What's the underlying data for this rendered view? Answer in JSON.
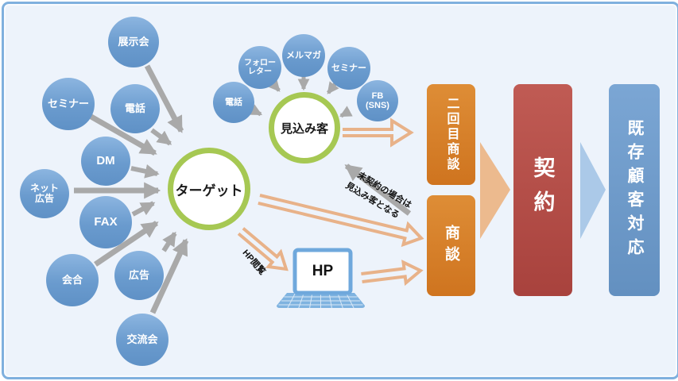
{
  "diagram": {
    "sources": [
      {
        "label": "展示会"
      },
      {
        "label": "セミナー"
      },
      {
        "label": "電話"
      },
      {
        "label": "DM"
      },
      {
        "label": "ネット\n広告"
      },
      {
        "label": "FAX"
      },
      {
        "label": "会合"
      },
      {
        "label": "広告"
      },
      {
        "label": "交流会"
      }
    ],
    "target": {
      "label": "ターゲット"
    },
    "prospect": {
      "label": "見込み客"
    },
    "prospect_channels": [
      {
        "label": "電話"
      },
      {
        "label": "フォロー\nレター"
      },
      {
        "label": "メルマガ"
      },
      {
        "label": "セミナー"
      },
      {
        "label": "FB\n(SNS)"
      }
    ],
    "hp": {
      "screen_label": "HP",
      "visit_label": "HP閲覧"
    },
    "return_note": {
      "line1": "未契約の場合は",
      "line2": "見込み客となる"
    },
    "stages": {
      "second_meeting": "二回目商談",
      "meeting": "商談",
      "contract": "契約",
      "existing_customer": "既存顧客対応"
    },
    "colors": {
      "background": "#edf3fb",
      "frame_border": "#7fb0de",
      "source_circle_blue": "#6a9bce",
      "highlight_ring_green": "#a6c853",
      "gray_arrow": "#a9a9a9",
      "orange_outline_arrow": "#e8b289",
      "stage_orange": "#d5781f",
      "stage_red": "#b44d47",
      "stage_blue": "#6b97c8",
      "chevron_orange": "#ecba8e",
      "chevron_blue": "#abc9e8",
      "laptop_blue": "#7fb3e0"
    }
  }
}
